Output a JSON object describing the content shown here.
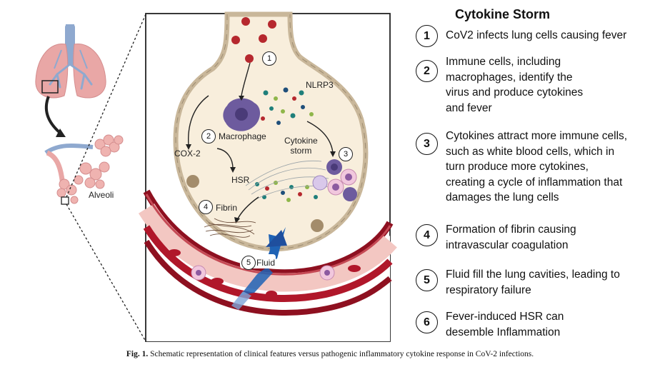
{
  "diagram": {
    "alveoli_label": "Alveoli",
    "labels": {
      "nlrp3": "NLRP3",
      "macrophage": "Macrophage",
      "cox2": "COX-2",
      "hsr": "HSR",
      "cytokine_storm": "Cytokine\nstorm",
      "fibrin": "Fibrin",
      "fluid": "Fluid"
    },
    "markers": {
      "m1": "1",
      "m2": "2",
      "m3": "3",
      "m4": "4",
      "m5": "5"
    }
  },
  "panel": {
    "title": "Cytokine Storm",
    "steps": [
      {
        "num": "1",
        "text": "CoV2 infects lung cells causing fever"
      },
      {
        "num": "2",
        "text": "Immune cells, including\nmacrophages, identify the\nvirus and produce cytokines\nand fever"
      },
      {
        "num": "3",
        "text": "Cytokines attract more immune cells,\nsuch as white blood cells, which in\nturn produce more cytokines,\ncreating a cycle of inflammation that\ndamages the lung cells"
      },
      {
        "num": "4",
        "text": "Formation of fibrin causing\nintravascular coagulation"
      },
      {
        "num": "5",
        "text": "Fluid fill the lung cavities, leading to\nrespiratory failure"
      },
      {
        "num": "6",
        "text": " Fever-induced  HSR can\n desemble Inflammation"
      }
    ]
  },
  "caption": {
    "label": "Fig. 1.",
    "text": " Schematic representation of clinical features versus pathogenic inflammatory cytokine response in CoV-2 infections."
  },
  "colors": {
    "lung_pink": "#e9a7a6",
    "bronchi_blue": "#8fa9cf",
    "alveolus_fill": "#f8eedc",
    "alveolus_wall": "#c9b79a",
    "macrophage": "#6d5b9e",
    "vessel_red": "#b0172a",
    "vessel_inner": "#f3c7c2",
    "virus_red": "#b6282e",
    "fluid_arrow": "#1f63b5",
    "teal_dot": "#1f7f7a"
  }
}
